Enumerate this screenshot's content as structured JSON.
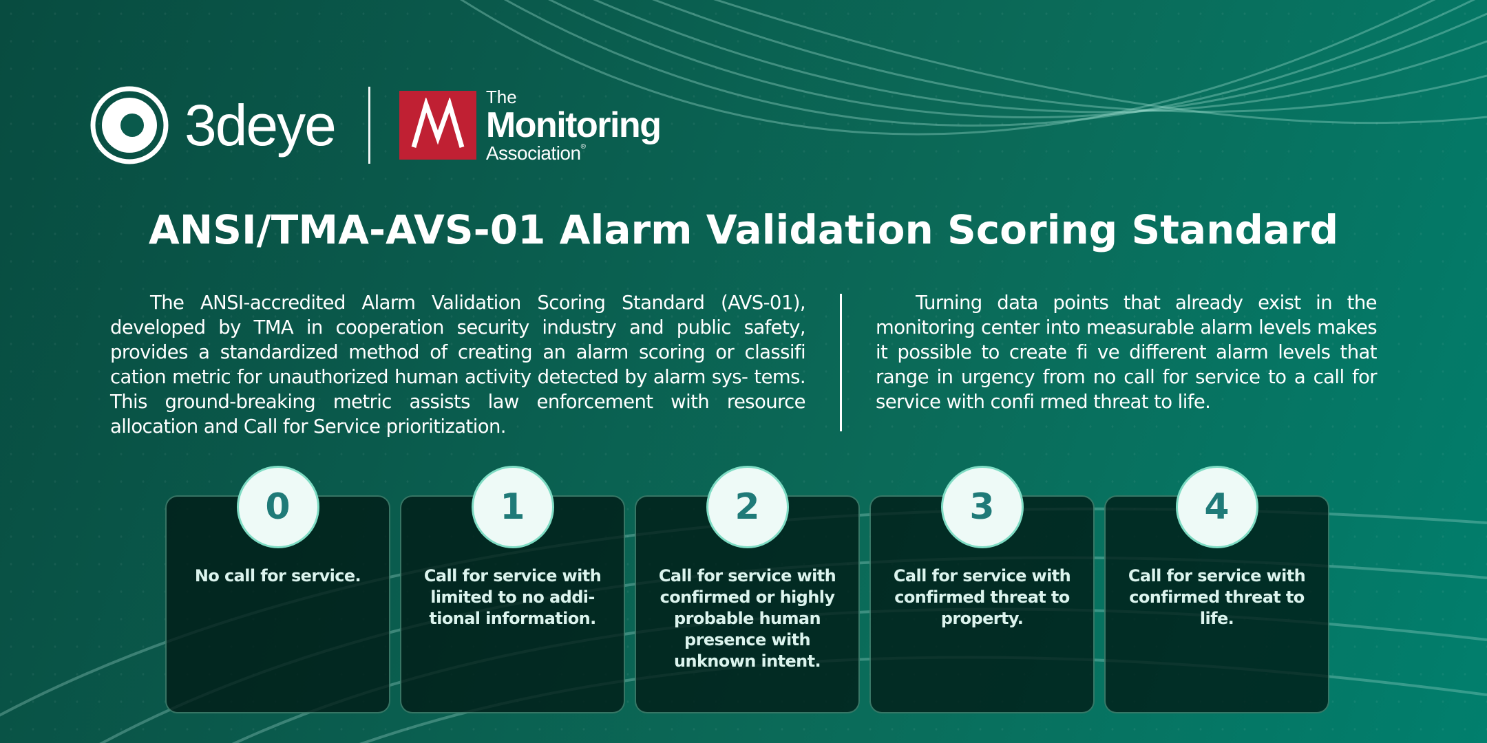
{
  "logos": {
    "brand_3deye": "3deye",
    "tma_line1": "The",
    "tma_line2": "Monitoring",
    "tma_line3": "Association",
    "tma_mark": "®",
    "tma_color": "#c02033"
  },
  "title": "ANSI/TMA-AVS-01 Alarm Validation Scoring Standard",
  "paragraphs": {
    "left": "The ANSI-accredited Alarm Validation Scoring Standard (AVS-01), developed by TMA in cooperation security industry and public safety, provides a standardized method of creating an alarm scoring or classifi cation metric for unauthorized human activity detected by alarm sys- tems. This ground-breaking metric assists law enforcement with resource allocation and Call for Service prioritization.",
    "right": "Turning data points that already exist in the monitoring center into measurable alarm levels makes it possible to create fi ve different alarm levels that range in urgency from no call for service to a call for service with confi rmed threat to life."
  },
  "levels": [
    {
      "number": "0",
      "description": "No call for service."
    },
    {
      "number": "1",
      "description": "Call for service with limited to no addi- tional information."
    },
    {
      "number": "2",
      "description": "Call for service with confirmed or highly probable human presence with unknown intent."
    },
    {
      "number": "3",
      "description": "Call for service with confirmed threat to property."
    },
    {
      "number": "4",
      "description": "Call for service with confirmed threat to life."
    }
  ],
  "colors": {
    "background_dark": "#084c40",
    "background_light": "#017f6d",
    "badge_fill": "#eefaf7",
    "badge_text": "#1f7a78",
    "badge_border": "#7fdcc4",
    "card_bg": "#00231c"
  }
}
